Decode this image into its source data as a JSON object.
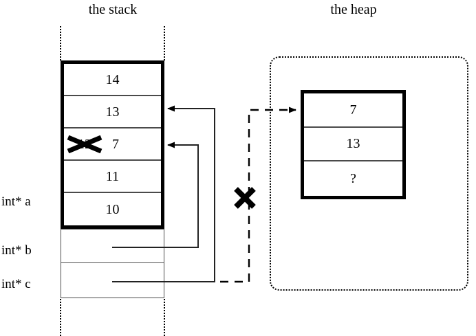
{
  "titles": {
    "stack": "the stack",
    "heap": "the heap"
  },
  "stack_frame": {
    "cells": [
      {
        "value": "14",
        "struck": false
      },
      {
        "value": "13",
        "struck": false
      },
      {
        "value": "12",
        "struck": true,
        "new_value": "7"
      },
      {
        "value": "11",
        "struck": false
      },
      {
        "value": "10",
        "struck": false
      }
    ]
  },
  "pointer_labels": [
    {
      "name": "int* a"
    },
    {
      "name": "int* b"
    },
    {
      "name": "int* c"
    }
  ],
  "heap_object": {
    "cells": [
      "7",
      "13",
      "?"
    ]
  },
  "annotations": {
    "invalid_pointer_mark": "X",
    "struck_value_mark": "X"
  },
  "colors": {
    "ink": "#000000",
    "rule": "#4a4a4a",
    "background": "#ffffff"
  }
}
